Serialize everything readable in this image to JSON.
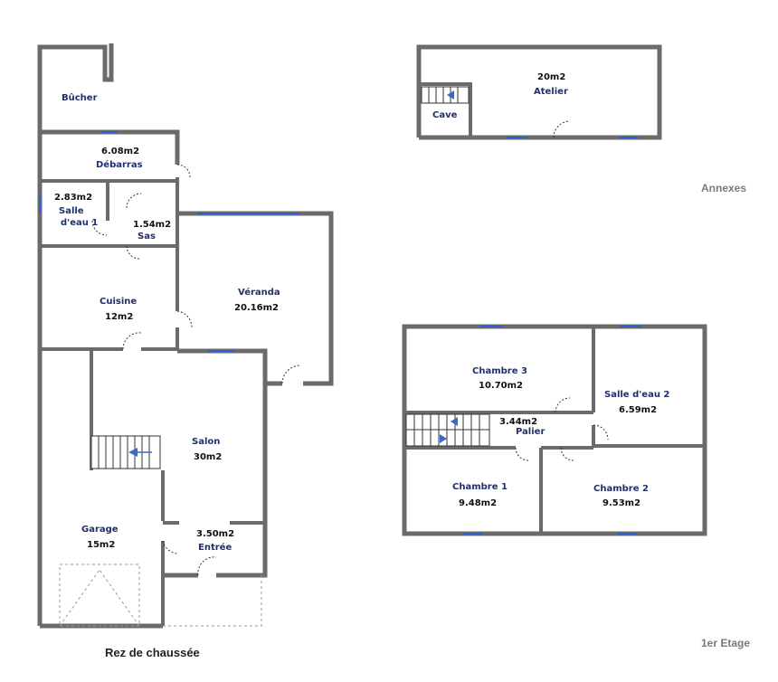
{
  "rooms": {
    "bucher": {
      "name": "Bûcher"
    },
    "debarras": {
      "area": "6.08m2",
      "name": "Débarras"
    },
    "salle_eau_1": {
      "area": "2.83m2",
      "name_l1": "Salle",
      "name_l2": "d'eau 1"
    },
    "sas": {
      "area": "1.54m2",
      "name": "Sas"
    },
    "cuisine": {
      "name": "Cuisine",
      "area": "12m2"
    },
    "veranda": {
      "name": "Véranda",
      "area": "20.16m2"
    },
    "salon": {
      "name": "Salon",
      "area": "30m2"
    },
    "garage": {
      "name": "Garage",
      "area": "15m2"
    },
    "entree": {
      "area": "3.50m2",
      "name": "Entrée"
    },
    "atelier": {
      "area": "20m2",
      "name": "Atelier"
    },
    "cave": {
      "name": "Cave"
    },
    "chambre_3": {
      "name": "Chambre 3",
      "area": "10.70m2"
    },
    "salle_eau_2": {
      "name": "Salle d'eau 2",
      "area": "6.59m2"
    },
    "palier": {
      "area": "3.44m2",
      "name": "Palier"
    },
    "chambre_1": {
      "name": "Chambre 1",
      "area": "9.48m2"
    },
    "chambre_2": {
      "name": "Chambre 2",
      "area": "9.53m2"
    }
  },
  "captions": {
    "ground_floor": "Rez de chaussée",
    "annexes": "Annexes",
    "first_floor": "1er Etage"
  },
  "colors": {
    "walls": "#6b6b6b",
    "windows": "#2f5fd0",
    "labels": "#20306b",
    "stair_arrow": "#3a68c8"
  }
}
